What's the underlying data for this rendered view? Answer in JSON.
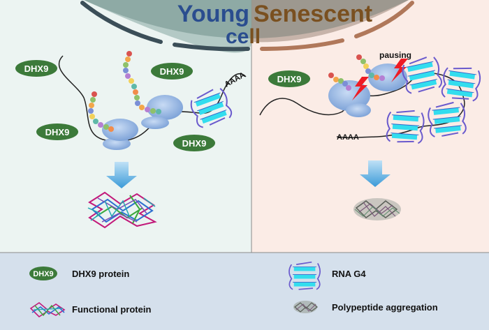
{
  "titles": {
    "young": "Young",
    "senescent": "Senescent",
    "cell": "cell"
  },
  "labels": {
    "dhx9": "DHX9",
    "polya": "AAAA",
    "pausing": "pausing"
  },
  "legend": {
    "dhx9_protein": "DHX9 protein",
    "rna_g4": "RNA G4",
    "functional_protein": "Functional protein",
    "polypeptide_aggregation": "Polypeptide aggregation"
  },
  "colors": {
    "young_panel": "#ecf4f2",
    "senescent_panel": "#fbece6",
    "legend_panel": "#d5e0ec",
    "dhx9_green": "#3c7a3a",
    "young_title": "#2a4d8f",
    "senescent_title": "#7a5020",
    "g4": "#33ddee",
    "arrow": "#5aaee0",
    "ribosome": "#8fb2e2"
  },
  "icons": [
    "dhx9-ellipse",
    "rna-g4-icon",
    "functional-protein-icon",
    "polypeptide-aggregation-icon",
    "pausing-lightning-icon",
    "down-arrow-icon"
  ]
}
